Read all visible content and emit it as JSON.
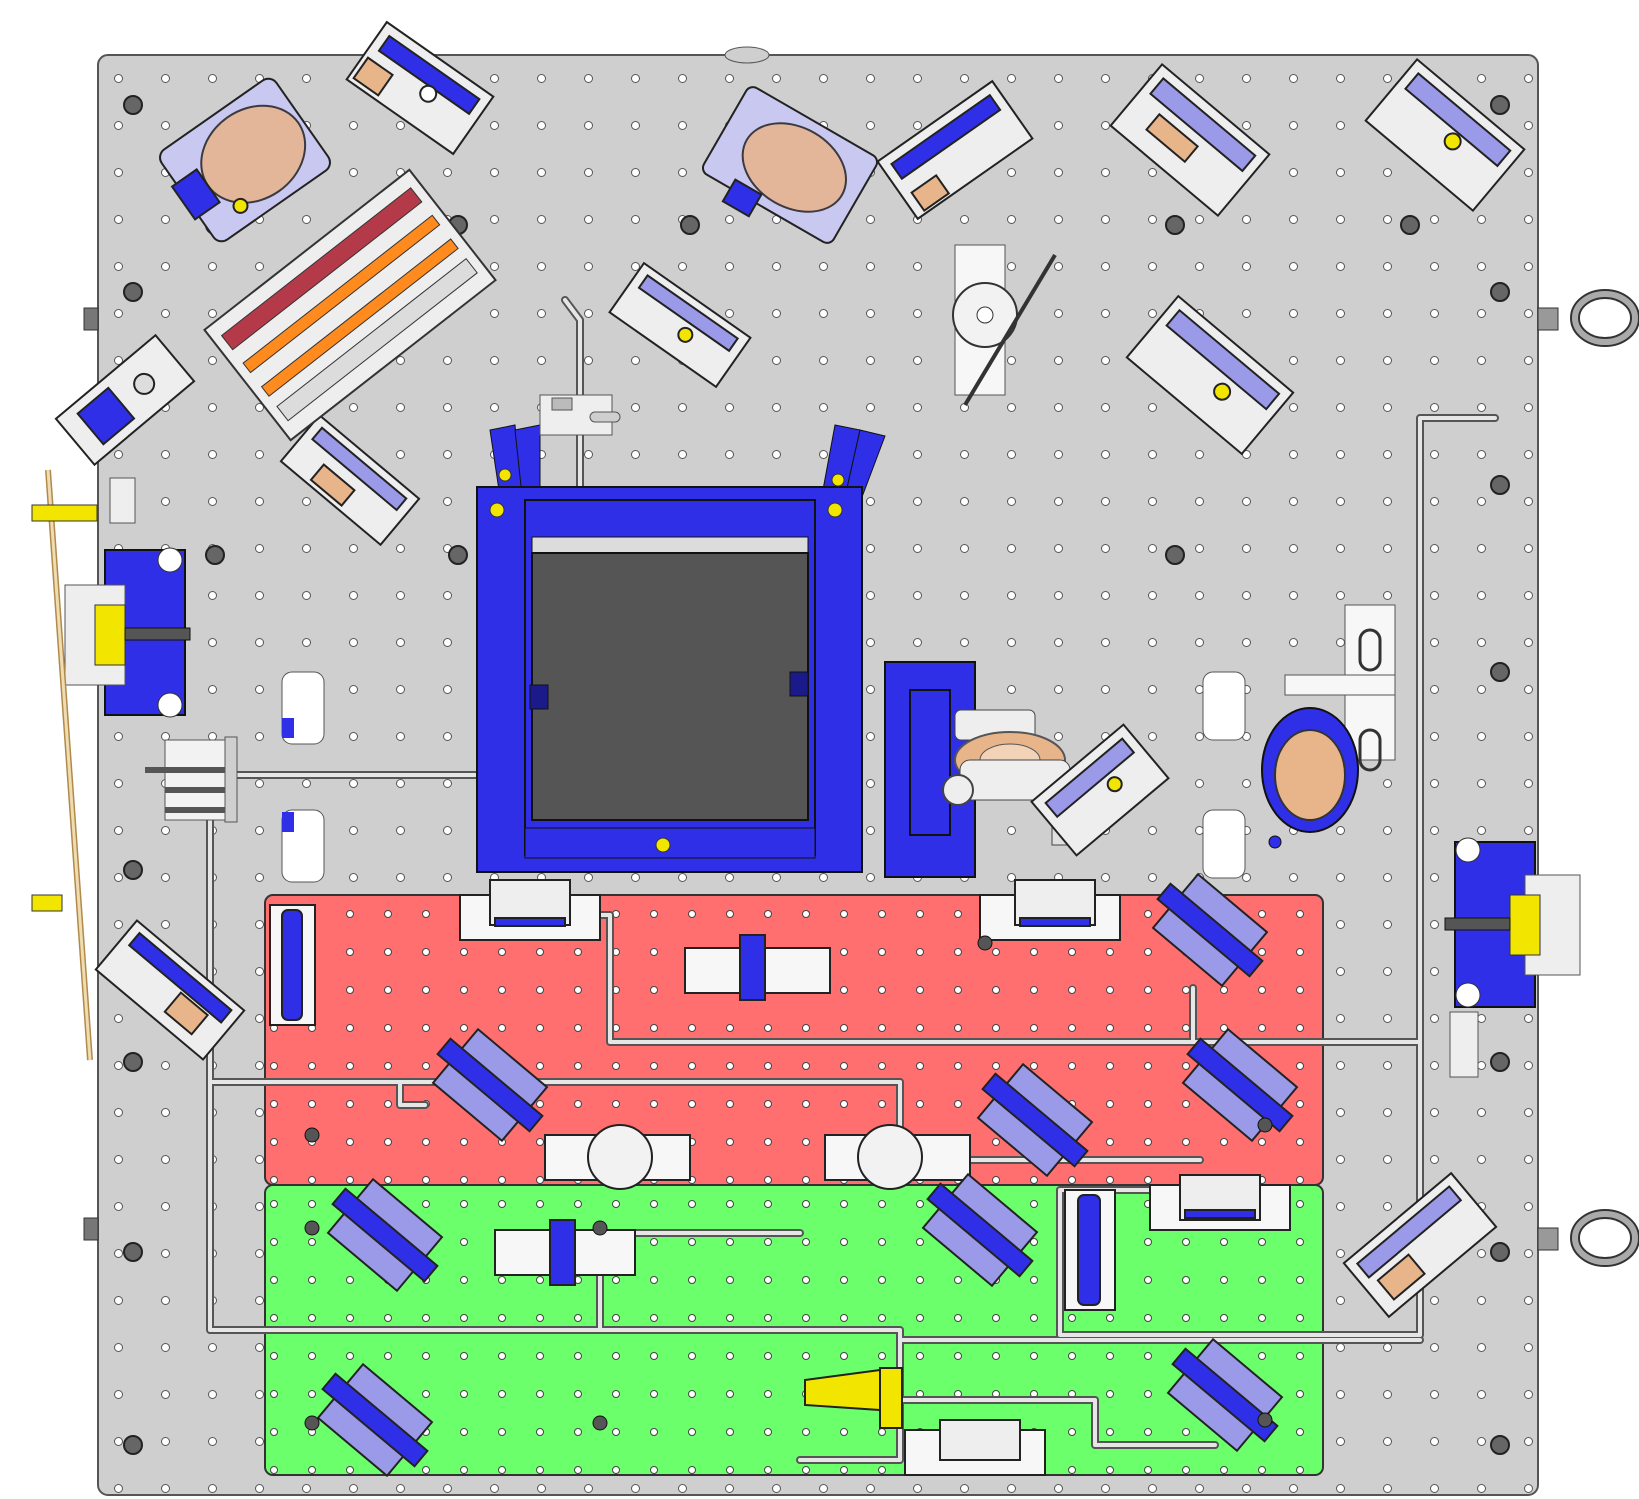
{
  "colors": {
    "breadboard": "#cfcfcf",
    "breadboard_edge": "#555555",
    "red_plate": "#ff6f6f",
    "green_plate": "#6cff6c",
    "blue_part": "#2f2fe8",
    "aluminium": "#f2f2f2",
    "optic": "#e8b48a",
    "brass": "#f2e600",
    "dark_hole": "#444444",
    "cuvette_window": "#555555",
    "orange_rail": "#ff8a1e",
    "maroon_part": "#b43a4a",
    "post_tube": "#e4e4e4"
  },
  "components": {
    "breadboard": "optical-breadboard",
    "red_plate": "sub-plate-red",
    "green_plate": "sub-plate-green",
    "cuvette": "sample-chamber",
    "left_stage": "translation-stage",
    "right_stage": "translation-stage",
    "eyebolts": "lifting-eyebolt",
    "wand": "alignment-wand"
  }
}
